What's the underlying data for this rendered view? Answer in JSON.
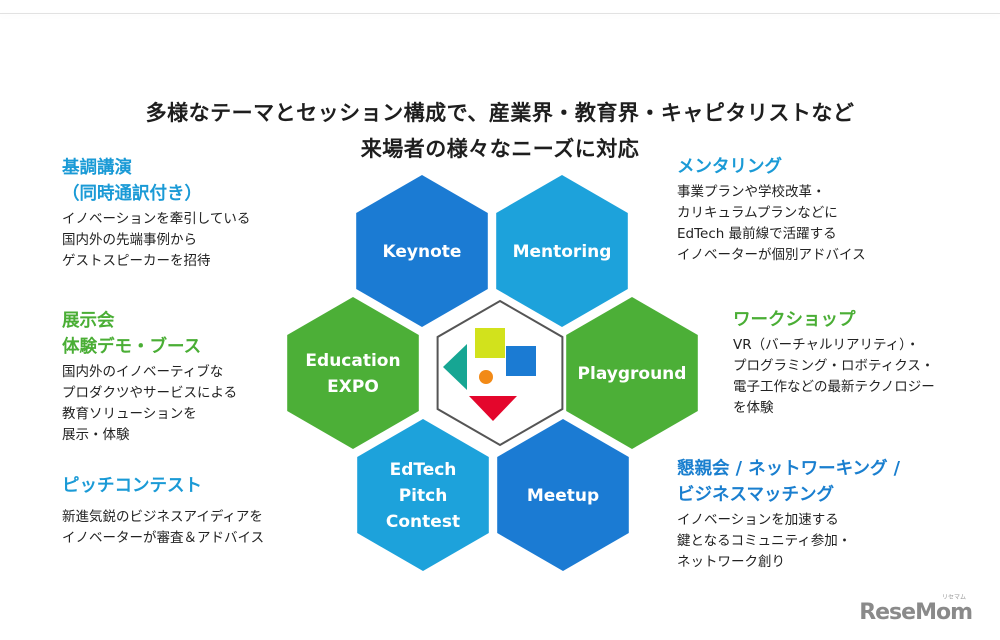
{
  "headline": {
    "line1": "多様なテーマとセッション構成で、産業界・教育界・キャピタリストなど",
    "line2": "来場者の様々なニーズに対応"
  },
  "colors": {
    "dark_blue": "#1b7bd3",
    "light_blue": "#1da2db",
    "green": "#4caf37",
    "title_blue": "#1a9ad6",
    "title_dark_blue": "#1a7fcf",
    "title_green": "#4aae35",
    "center_border": "#555555",
    "logo_yellow": "#d2e21c",
    "logo_blue": "#1b7bd3",
    "logo_teal": "#16a693",
    "logo_orange": "#f28a17",
    "logo_red": "#e4062c"
  },
  "hexagons": [
    {
      "id": "keynote",
      "lines": [
        "Keynote"
      ],
      "color": "dark_blue"
    },
    {
      "id": "mentoring",
      "lines": [
        "Mentoring"
      ],
      "color": "light_blue"
    },
    {
      "id": "education-expo",
      "lines": [
        "Education",
        "EXPO"
      ],
      "color": "green"
    },
    {
      "id": "playground",
      "lines": [
        "Playground"
      ],
      "color": "green"
    },
    {
      "id": "edtech-pitch-contest",
      "lines": [
        "EdTech",
        "Pitch",
        "Contest"
      ],
      "color": "light_blue"
    },
    {
      "id": "meetup",
      "lines": [
        "Meetup"
      ],
      "color": "dark_blue"
    }
  ],
  "blocks": {
    "keynote": {
      "title": [
        "基調講演",
        "（同時通訳付き）"
      ],
      "desc": [
        "イノベーションを牽引している",
        "国内外の先端事例から",
        "ゲストスピーカーを招待"
      ]
    },
    "expo": {
      "title": [
        "展示会",
        "体験デモ・ブース"
      ],
      "desc": [
        "国内外のイノベーティブな",
        "プロダクツやサービスによる",
        "教育ソリューションを",
        "展示・体験"
      ]
    },
    "pitch": {
      "title": [
        "ピッチコンテスト"
      ],
      "desc": [
        "新進気鋭のビジネスアイディアを",
        "イノベーターが審査＆アドバイス"
      ]
    },
    "mentoring": {
      "title": [
        "メンタリング"
      ],
      "desc": [
        "事業プランや学校改革・",
        "カリキュラムプランなどに",
        "EdTech 最前線で活躍する",
        "イノベーターが個別アドバイス"
      ]
    },
    "workshop": {
      "title": [
        "ワークショップ"
      ],
      "desc": [
        "VR（バーチャルリアリティ）・",
        "プログラミング・ロボティクス・",
        "電子工作などの最新テクノロジー",
        "を体験"
      ]
    },
    "meetup": {
      "title": [
        "懇親会 / ネットワーキング /",
        "ビジネスマッチング"
      ],
      "desc": [
        "イノベーションを加速する",
        "鍵となるコミュニティ参加・",
        "ネットワーク創り"
      ]
    }
  },
  "watermark": {
    "text": "ReseMom",
    "ruby": "リセマム"
  }
}
